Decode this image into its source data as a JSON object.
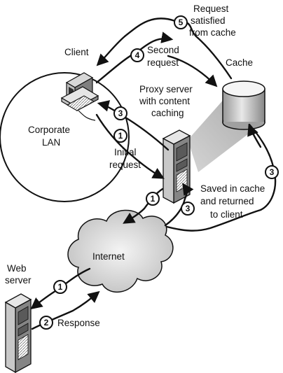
{
  "labels": {
    "client": "Client",
    "corporate_lan_1": "Corporate",
    "corporate_lan_2": "LAN",
    "cache": "Cache",
    "proxy_1": "Proxy server",
    "proxy_2": "with content",
    "proxy_3": "caching",
    "internet": "Internet",
    "web_server_1": "Web",
    "web_server_2": "server",
    "initial_request_1": "Initial",
    "initial_request_2": "request",
    "second_request_1": "Second",
    "second_request_2": "request",
    "satisfied_1": "Request",
    "satisfied_2": "satisfied",
    "satisfied_3": "from cache",
    "saved_1": "Saved in cache",
    "saved_2": "and returned",
    "saved_3": "to client",
    "response": "Response"
  },
  "steps": {
    "s1": "1",
    "s2": "2",
    "s3": "3",
    "s4": "4",
    "s5": "5"
  },
  "colors": {
    "ink": "#111111",
    "shade": "#bdbdbd"
  }
}
